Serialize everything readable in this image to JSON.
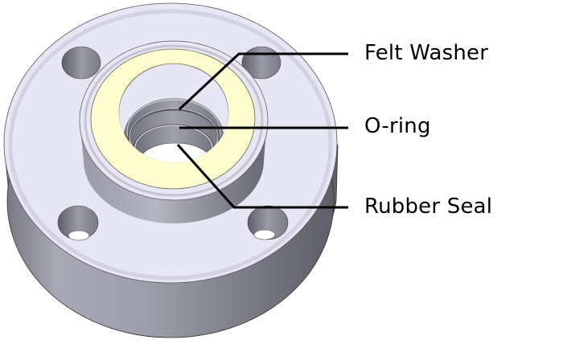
{
  "figure": {
    "subject": "flange-housing-assembly",
    "colors": {
      "background": "#ffffff",
      "flange_face": "#e6e6f4",
      "flange_side_light": "#a6a6b4",
      "flange_side_dark": "#6c6c78",
      "felt_washer": "#fdfdd0",
      "felt_washer_inner": "#c8c898",
      "bore": "#8e8e9a",
      "leader_line": "#000000"
    }
  },
  "callouts": [
    {
      "id": "felt-washer",
      "label": "Felt Washer"
    },
    {
      "id": "o-ring",
      "label": "O-ring"
    },
    {
      "id": "rubber-seal",
      "label": "Rubber Seal"
    }
  ]
}
